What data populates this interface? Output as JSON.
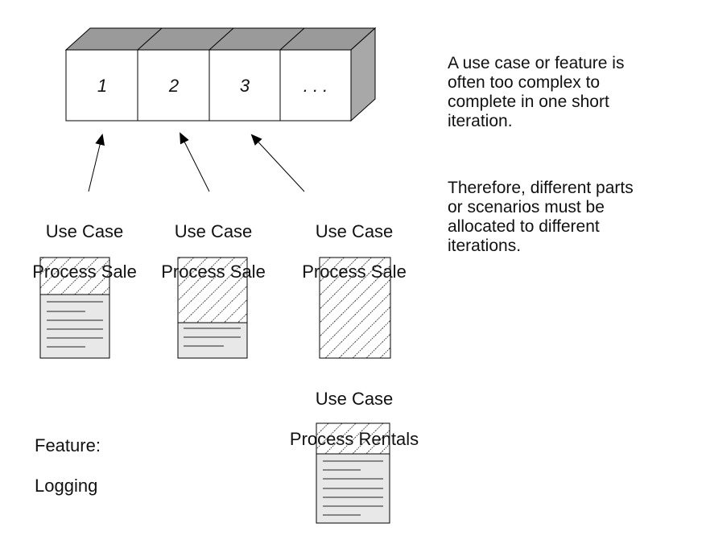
{
  "iterations": [
    "1",
    "2",
    "3",
    ". . ."
  ],
  "use_cases": [
    {
      "line1": "Use Case",
      "line2": "Process Sale"
    },
    {
      "line1": "Use Case",
      "line2": "Process Sale"
    },
    {
      "line1": "Use Case",
      "line2": "Process Sale"
    },
    {
      "line1": "Use Case",
      "line2": "Process Rentals"
    }
  ],
  "feature": {
    "line1": "Feature:",
    "line2": "Logging"
  },
  "notes": {
    "paragraph1": "A use case or feature is\noften too complex to\ncomplete in one short\niteration.",
    "paragraph2": "Therefore, different parts\nor scenarios must be\nallocated to different\niterations."
  },
  "colors": {
    "box_top": "#9a9a9a",
    "box_side": "#a8a8a8",
    "scenario_fill": "#e8e8e8",
    "stroke": "#000000"
  }
}
